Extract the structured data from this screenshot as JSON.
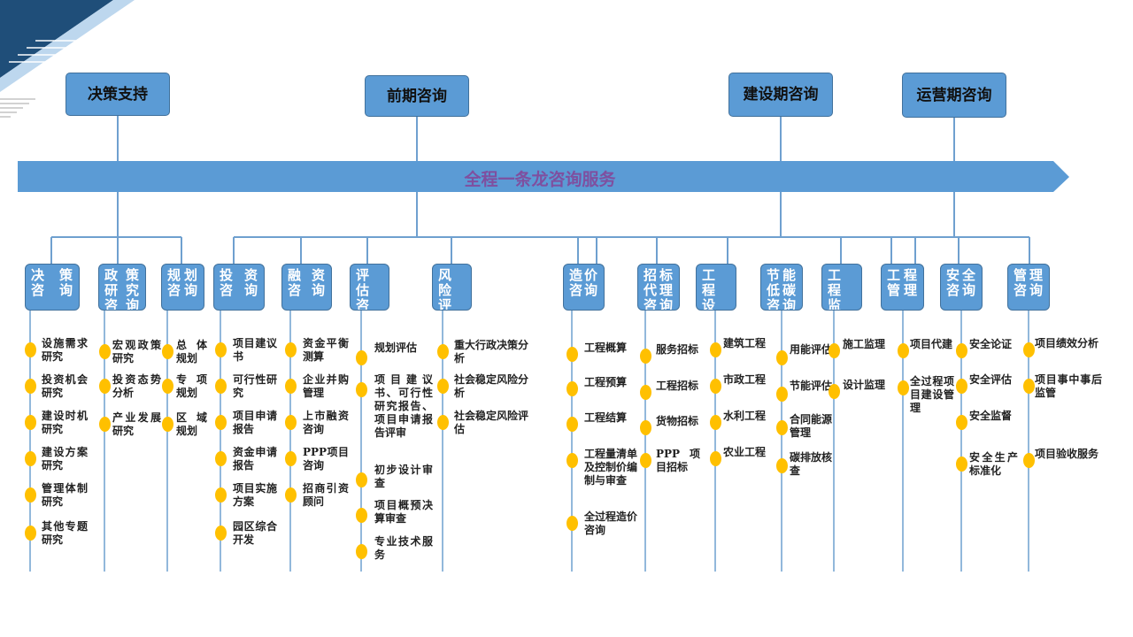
{
  "phases": [
    {
      "id": "decision",
      "label": "决策支持"
    },
    {
      "id": "early",
      "label": "前期咨询"
    },
    {
      "id": "construction",
      "label": "建设期咨询"
    },
    {
      "id": "operation",
      "label": "运营期咨询"
    }
  ],
  "banner": {
    "label": "全程一条龙咨询服务"
  },
  "categories": [
    {
      "label": "决策咨询",
      "items": [
        "设施需求研究",
        "投资机会研究",
        "建设时机研究",
        "建设方案研究",
        "管理体制研究",
        "其他专题研究"
      ]
    },
    {
      "label": "政策研究咨询",
      "items": [
        "宏观政策研究",
        "投资态势分析",
        "产业发展研究"
      ]
    },
    {
      "label": "规划咨询",
      "items": [
        "总体规划",
        "专项规划",
        "区域规划"
      ]
    },
    {
      "label": "投资咨询",
      "items": [
        "项目建议书",
        "可行性研究",
        "项目申请报告",
        "资金申请报告",
        "项目实施方案",
        "园区综合开发"
      ]
    },
    {
      "label": "融资咨询",
      "items": [
        "资金平衡测算",
        "企业并购管理",
        "上市融资咨询",
        "PPP项目咨询",
        "招商引资顾问"
      ]
    },
    {
      "label": "评估咨询",
      "items": [
        "规划评估",
        "项目建议书、可行性研究报告、项目申请报告评审",
        "初步设计审查",
        "项目概预决算审查",
        "专业技术服务"
      ]
    },
    {
      "label": "风险评估咨询",
      "items": [
        "重大行政决策分析",
        "社会稳定风险分析",
        "社会稳定风险评估"
      ]
    },
    {
      "label": "造价咨询",
      "items": [
        "工程概算",
        "工程预算",
        "工程结算",
        "工程量清单及控制价编制与审查",
        "全过程造价咨询"
      ]
    },
    {
      "label": "招标代理咨询",
      "items": [
        "服务招标",
        "工程招标",
        "货物招标",
        "PPP项目招标"
      ]
    },
    {
      "label": "工程设计咨询",
      "items": [
        "建筑工程",
        "市政工程",
        "水利工程",
        "农业工程"
      ]
    },
    {
      "label": "节能低碳咨询",
      "items": [
        "用能评估",
        "节能评估",
        "合同能源管理",
        "碳排放核查"
      ]
    },
    {
      "label": "工程监理",
      "items": [
        "施工监理",
        "设计监理"
      ]
    },
    {
      "label": "工程管理",
      "items": [
        "项目代建",
        "全过程项目建设管理"
      ]
    },
    {
      "label": "安全咨询",
      "items": [
        "安全论证",
        "安全评估",
        "安全监督",
        "安全生产标准化"
      ]
    },
    {
      "label": "管理咨询",
      "items": [
        "项目绩效分析",
        "项目事中事后监管",
        "项目验收服务"
      ]
    }
  ]
}
